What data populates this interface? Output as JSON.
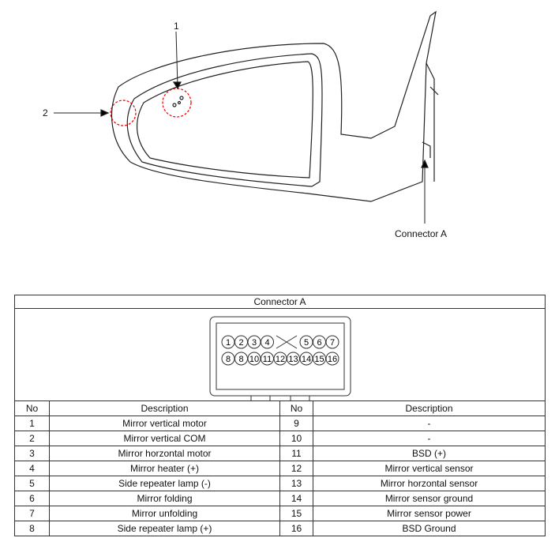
{
  "labels": {
    "callout1": "1",
    "callout2": "2",
    "connector": "Connector A"
  },
  "table": {
    "title": "Connector A",
    "headers": [
      "No",
      "Description",
      "No",
      "Description"
    ],
    "pins_row1": [
      "1",
      "2",
      "3",
      "4",
      "5",
      "6",
      "7"
    ],
    "pins_row2": [
      "8",
      "8",
      "10",
      "11",
      "12",
      "13",
      "14",
      "15",
      "16"
    ],
    "rows": [
      [
        "1",
        "Mirror vertical motor",
        "9",
        "-"
      ],
      [
        "2",
        "Mirror vertical COM",
        "10",
        "-"
      ],
      [
        "3",
        "Mirror horzontal motor",
        "11",
        "BSD (+)"
      ],
      [
        "4",
        "Mirror heater (+)",
        "12",
        "Mirror vertical sensor"
      ],
      [
        "5",
        "Side repeater lamp (-)",
        "13",
        "Mirror horzontal sensor"
      ],
      [
        "6",
        "Mirror folding",
        "14",
        "Mirror sensor ground"
      ],
      [
        "7",
        "Mirror unfolding",
        "15",
        "Mirror sensor power"
      ],
      [
        "8",
        "Side repeater lamp (+)",
        "16",
        "BSD Ground"
      ]
    ]
  }
}
